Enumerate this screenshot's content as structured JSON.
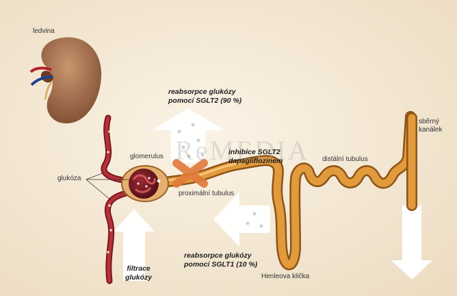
{
  "labels": {
    "kidney": "ledvina",
    "glucose": "glukóza",
    "glomerulus": "glomerulus",
    "proximal_tubule": "proximální tubulus",
    "distal_tubule": "distální tubulus",
    "collecting_duct": [
      "sběrný",
      "kanálek"
    ],
    "loop_of_henle": "Henleova klička",
    "sglt2_reabsorption": [
      "reabsorpce glukózy",
      "pomocí SGLT2 (90 %)"
    ],
    "sglt2_inhibition": [
      "inhibice SGLT2",
      "dapagliflozinem"
    ],
    "sglt1_reabsorption": [
      "reabsorpce glukózy",
      "pomocí SGLT1 (10 %)"
    ],
    "glucose_filtration": [
      "filtrace",
      "glukózy"
    ]
  },
  "watermark": "ReMEDIA",
  "colors": {
    "background": "#f6ead6",
    "tubule": "#e19a3c",
    "tubule_dark": "#b8702a",
    "vessel": "#a3242c",
    "kidney": "#a06d4c",
    "arrow": "#ffffff",
    "inhibition_cross": "#e07a3a"
  }
}
